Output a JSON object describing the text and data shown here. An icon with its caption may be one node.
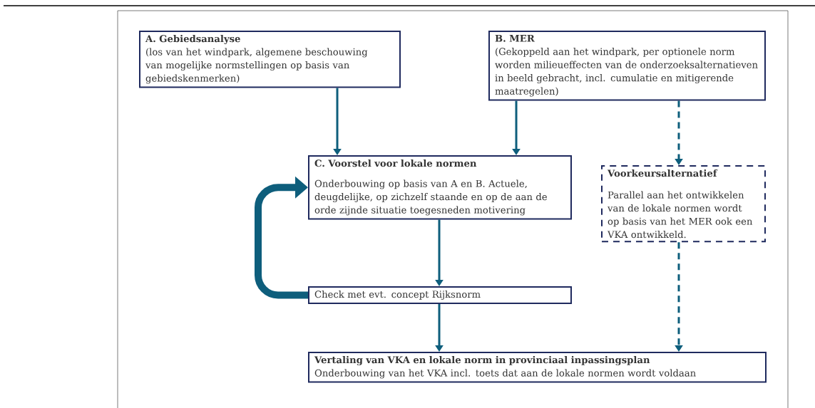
{
  "diagram": {
    "nodes": [
      {
        "text": [
          "A. Gebiedsanalyse",
          "(los van het windpark, algemene beschouwing van mogelijke normstellingen op basis van gebiedskenmerken)"
        ]
      },
      {
        "text": [
          "B. MER",
          "(Gekoppeld aan het windpark, per optionele norm worden milieueffecten van de onderzoeksalternatieven in beeld gebracht, incl. cumulatie en mitigerende maatregelen)"
        ]
      },
      {
        "text": [
          "C. Voorstel voor lokale normen",
          "Onderbouwing op basis van A en B. Actuele, deugdelijke, op zichzelf staande en op de aan de orde zijnde situatie toegesneden motivering"
        ]
      },
      {
        "text": [
          "Voorkeursalternatief",
          "Parallel aan het ontwikkelen van de lokale normen wordt op basis van het MER ook een VKA ontwikkeld."
        ]
      },
      {
        "text": [
          "Check met evt. concept Rijksnorm"
        ]
      },
      {
        "text": [
          "Vertaling van VKA en lokale norm in provinciaal inpassingsplan",
          "Onderbouwing van het VKA incl. toets dat aan de lokale normen wordt voldaan"
        ]
      }
    ],
    "edges": [
      {
        "from": 0,
        "to": 2,
        "arrow": "to"
      },
      {
        "from": 1,
        "to": 2,
        "arrow": "to"
      },
      {
        "from": 1,
        "to": 3,
        "arrow": "to",
        "style": "dashed"
      },
      {
        "from": 2,
        "to": 4,
        "arrow": "to"
      },
      {
        "from": 4,
        "to": 2,
        "arrow": "to",
        "style": "thick"
      },
      {
        "from": 4,
        "to": 5,
        "arrow": "to"
      },
      {
        "from": 3,
        "to": 5,
        "arrow": "to",
        "style": "dashed"
      }
    ]
  }
}
